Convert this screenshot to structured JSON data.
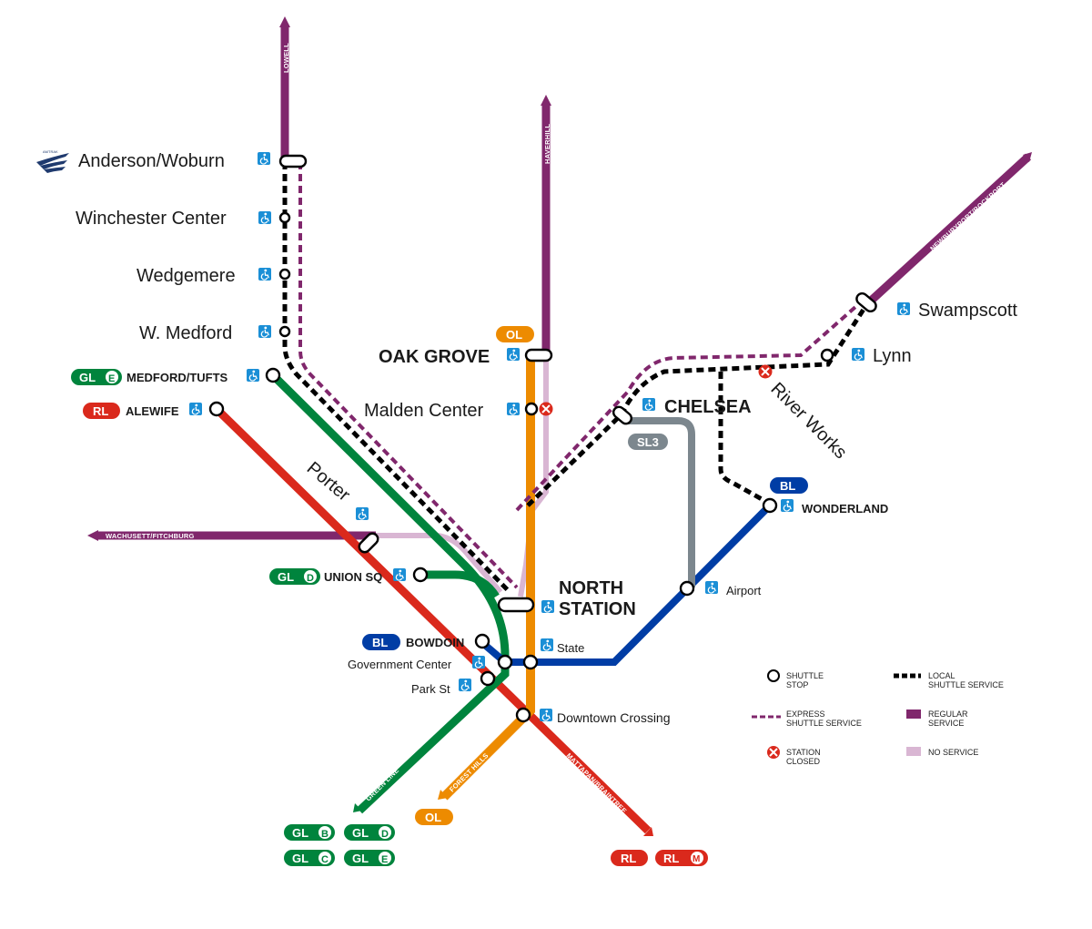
{
  "colors": {
    "purple": "#80276c",
    "purple_light": "#d9b6d3",
    "green": "#00843d",
    "red": "#da291c",
    "orange": "#ed8b00",
    "blue": "#003da5",
    "silver": "#7c878e",
    "accessible": "#1b8fd6",
    "black": "#000000"
  },
  "branch_labels": {
    "lowell": "LOWELL",
    "haverhill": "HAVERHILL",
    "newburyport": "NEWBURYPORT/ROCKPORT",
    "fitchburg": "WACHUSETT/FITCHBURG",
    "green_line": "GREEN LINE",
    "forest_hills": "FOREST HILLS",
    "mattapan": "MATTAPAN/BRAINTREE"
  },
  "stations": {
    "anderson": "Anderson/Woburn",
    "winchester": "Winchester Center",
    "wedgemere": "Wedgemere",
    "w_medford": "W. Medford",
    "medford_tufts": "MEDFORD/TUFTS",
    "alewife": "ALEWIFE",
    "oak_grove": "OAK GROVE",
    "malden": "Malden Center",
    "chelsea": "CHELSEA",
    "river_works": "River Works",
    "lynn": "Lynn",
    "swampscott": "Swampscott",
    "porter": "Porter",
    "union_sq": "UNION SQ",
    "north_station_1": "NORTH",
    "north_station_2": "STATION",
    "wonderland": "WONDERLAND",
    "airport": "Airport",
    "bowdoin": "BOWDOIN",
    "government_center": "Government Center",
    "state": "State",
    "park_st": "Park St",
    "downtown_crossing": "Downtown Crossing"
  },
  "pills": {
    "gl": "GL",
    "e": "E",
    "d": "D",
    "b": "B",
    "c": "C",
    "rl": "RL",
    "m": "M",
    "ol": "OL",
    "bl": "BL",
    "sl3": "SL3"
  },
  "amtrak_logo": "AMTRAK",
  "legend": {
    "shuttle_stop_1": "SHUTTLE",
    "shuttle_stop_2": "STOP",
    "local_1": "LOCAL",
    "local_2": "SHUTTLE SERVICE",
    "express_1": "EXPRESS",
    "express_2": "SHUTTLE SERVICE",
    "regular_1": "REGULAR",
    "regular_2": "SERVICE",
    "closed_1": "STATION",
    "closed_2": "CLOSED",
    "no_service": "NO SERVICE"
  },
  "icons": {
    "accessible": "wheelchair-icon",
    "closed": "station-closed-icon",
    "shuttle_stop": "shuttle-stop-icon",
    "amtrak": "amtrak-logo"
  }
}
